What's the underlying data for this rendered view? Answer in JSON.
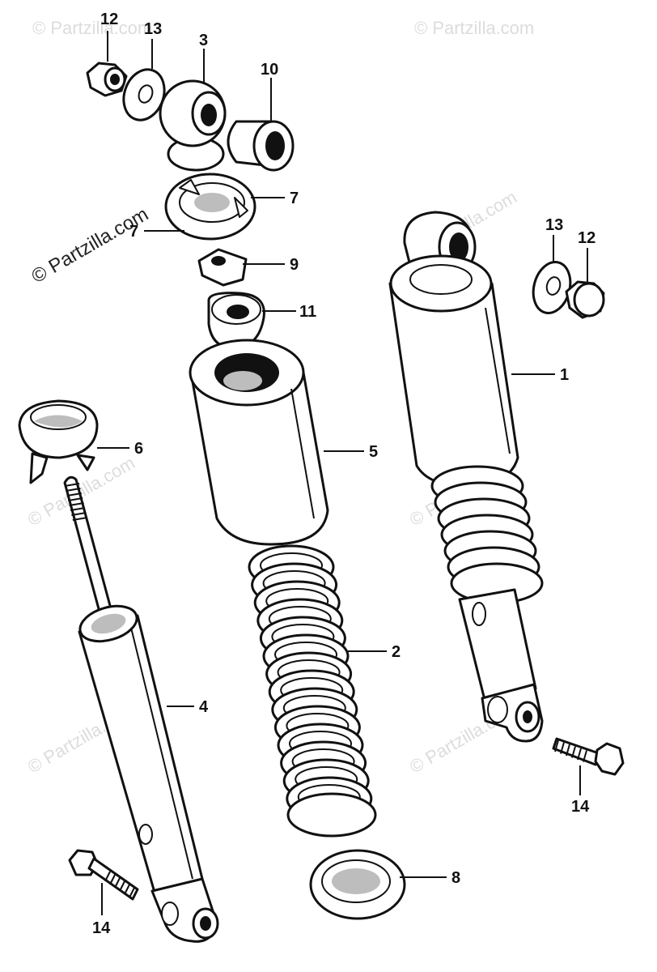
{
  "watermark": {
    "text": "© Partzilla.com",
    "color": "#222222",
    "faint_color": "#dcdcdc"
  },
  "callouts": {
    "c1": "1",
    "c2": "2",
    "c3": "3",
    "c4": "4",
    "c5": "5",
    "c6": "6",
    "c7a": "7",
    "c7b": "7",
    "c8": "8",
    "c9": "9",
    "c10": "10",
    "c11": "11",
    "c12a": "12",
    "c12b": "12",
    "c13a": "13",
    "c13b": "13",
    "c14a": "14",
    "c14b": "14"
  }
}
